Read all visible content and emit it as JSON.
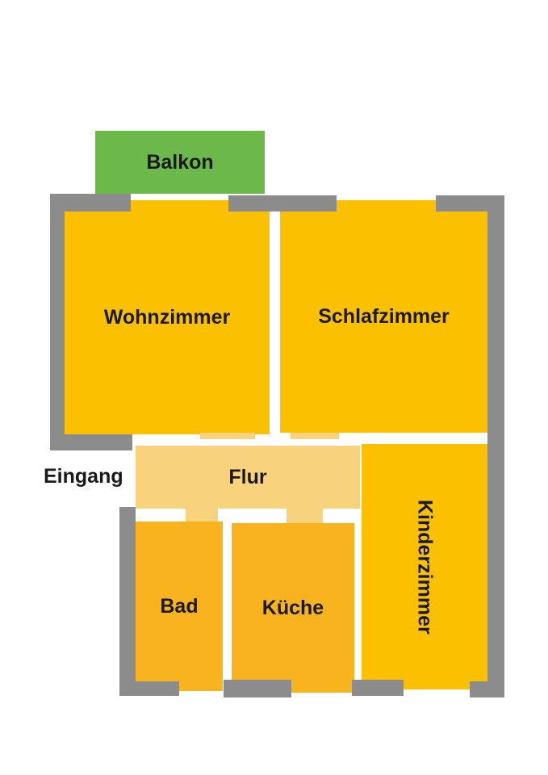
{
  "rooms": {
    "balkon": {
      "label": "Balkon",
      "color": "#6cb84a"
    },
    "wohnzimmer": {
      "label": "Wohnzimmer",
      "color": "#fbc000"
    },
    "schlafzimmer": {
      "label": "Schlafzimmer",
      "color": "#fbc000"
    },
    "flur": {
      "label": "Flur",
      "color": "#f9d27e"
    },
    "kinderzimmer": {
      "label": "Kinderzimmer",
      "color": "#fbc000"
    },
    "bad": {
      "label": "Bad",
      "color": "#f8b31f"
    },
    "kueche": {
      "label": "Küche",
      "color": "#f8b31f"
    }
  },
  "entrance": {
    "label": "Eingang"
  },
  "wall_color": "#8c8c8c"
}
